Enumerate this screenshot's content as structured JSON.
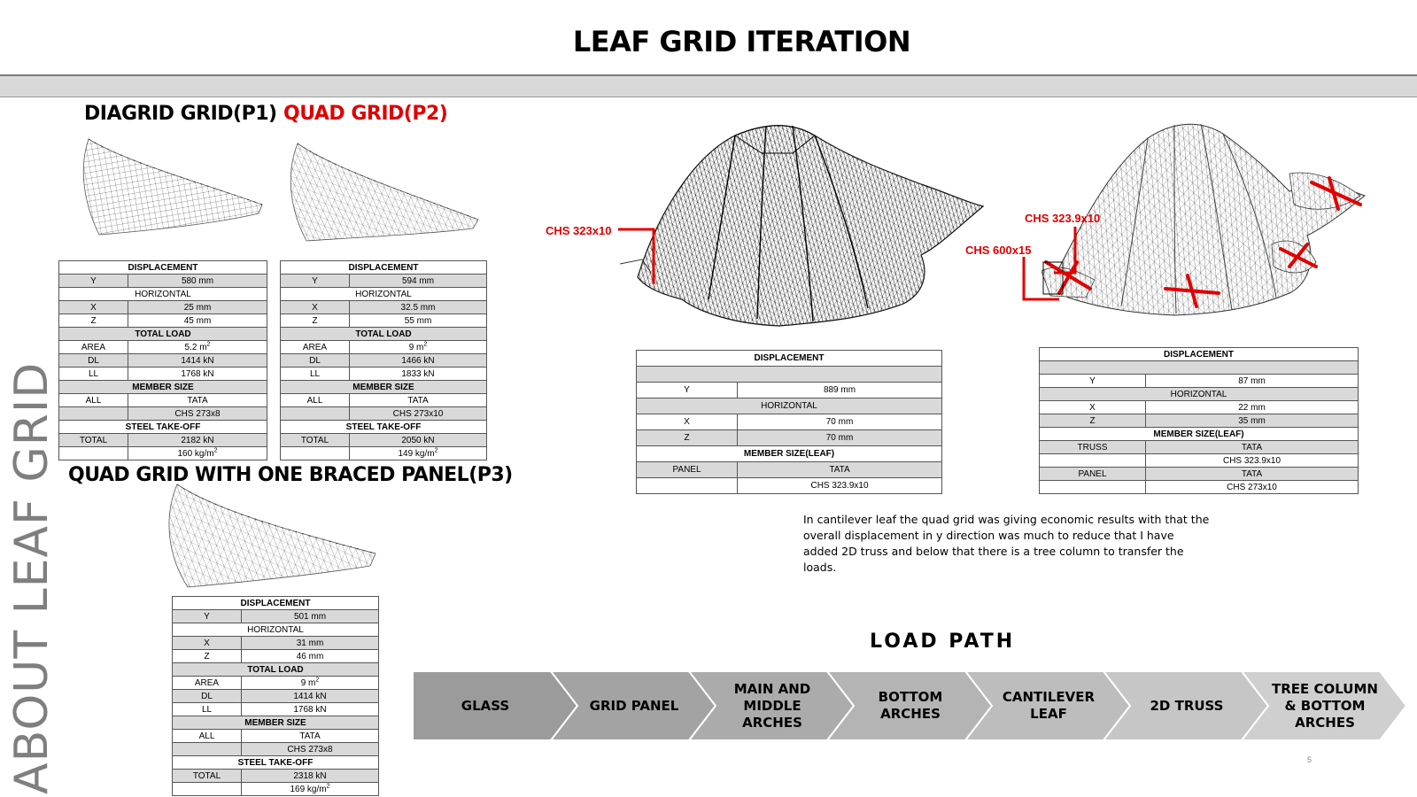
{
  "page": {
    "title": "LEAF GRID ITERATION",
    "side_label": "ABOUT LEAF GRID",
    "page_number": "5"
  },
  "sections": {
    "p1_title": "DIAGRID GRID(P1)",
    "p2_title": "QUAD GRID(P2)",
    "p3_title": "QUAD GRID WITH ONE BRACED PANEL(P3)"
  },
  "p1_table": {
    "displacement": "DISPLACEMENT",
    "y_label": "Y",
    "y_value": "580 mm",
    "horizontal": "HORIZONTAL",
    "x_label": "X",
    "x_value": "25 mm",
    "z_label": "Z",
    "z_value": "45 mm",
    "total_load": "TOTAL LOAD",
    "area_label": "AREA",
    "area_value": "5.2 m",
    "dl_label": "DL",
    "dl_value": "1414 kN",
    "ll_label": "LL",
    "ll_value": "1768 kN",
    "member_size": "MEMBER SIZE",
    "all_label": "ALL",
    "all_value": "TATA",
    "section_value": "CHS 273x8",
    "steel": "STEEL TAKE-OFF",
    "total_label": "TOTAL",
    "total_value": "2182 kN",
    "per_area": "160 kg/m"
  },
  "p2_table": {
    "displacement": "DISPLACEMENT",
    "y_label": "Y",
    "y_value": "594 mm",
    "horizontal": "HORIZONTAL",
    "x_label": "X",
    "x_value": "32.5 mm",
    "z_label": "Z",
    "z_value": "55 mm",
    "total_load": "TOTAL LOAD",
    "area_label": "AREA",
    "area_value": "9 m",
    "dl_label": "DL",
    "dl_value": "1466 kN",
    "ll_label": "LL",
    "ll_value": "1833 kN",
    "member_size": "MEMBER SIZE",
    "all_label": "ALL",
    "all_value": "TATA",
    "section_value": "CHS 273x10",
    "steel": "STEEL TAKE-OFF",
    "total_label": "TOTAL",
    "total_value": "2050 kN",
    "per_area": "149 kg/m"
  },
  "p3_table": {
    "displacement": "DISPLACEMENT",
    "y_label": "Y",
    "y_value": "501 mm",
    "horizontal": "HORIZONTAL",
    "x_label": "X",
    "x_value": "31 mm",
    "z_label": "Z",
    "z_value": "46 mm",
    "total_load": "TOTAL LOAD",
    "area_label": "AREA",
    "area_value": "9 m",
    "dl_label": "DL",
    "dl_value": "1414 kN",
    "ll_label": "LL",
    "ll_value": "1768 kN",
    "member_size": "MEMBER SIZE",
    "all_label": "ALL",
    "all_value": "TATA",
    "section_value": "CHS 273x8",
    "steel": "STEEL TAKE-OFF",
    "total_label": "TOTAL",
    "total_value": "2318 kN",
    "per_area": "169 kg/m"
  },
  "mid_table": {
    "displacement": "DISPLACEMENT",
    "y_label": "Y",
    "y_value": "889 mm",
    "horizontal": "HORIZONTAL",
    "x_label": "X",
    "x_value": "70 mm",
    "z_label": "Z",
    "z_value": "70 mm",
    "member_size": "MEMBER SIZE(LEAF)",
    "panel_label": "PANEL",
    "panel_value": "TATA",
    "section_value": "CHS 323.9x10"
  },
  "right_table": {
    "displacement": "DISPLACEMENT",
    "y_label": "Y",
    "y_value": "87 mm",
    "horizontal": "HORIZONTAL",
    "x_label": "X",
    "x_value": "22 mm",
    "z_label": "Z",
    "z_value": "35 mm",
    "member_size": "MEMBER SIZE(LEAF)",
    "truss_label": "TRUSS",
    "truss_value": "TATA",
    "truss_section": "CHS 323.9x10",
    "panel_label": "PANEL",
    "panel_value": "TATA",
    "panel_section": "CHS 273x10"
  },
  "callouts": {
    "left_model": "CHS 323x10",
    "right_model_a": "CHS 323.9x10",
    "right_model_b": "CHS 600x15"
  },
  "note": "In cantilever leaf the quad grid was giving economic results with that the overall displacement in y direction was much to reduce that I have added 2D truss and below that there is a tree column to transfer the loads.",
  "load_path": {
    "title": "LOAD PATH",
    "steps": [
      "GLASS",
      "GRID PANEL",
      "MAIN AND MIDDLE ARCHES",
      "BOTTOM ARCHES",
      "CANTILEVER LEAF",
      "2D TRUSS",
      "TREE COLUMN & BOTTOM ARCHES"
    ],
    "colors": [
      "#9b9b9b",
      "#a3a3a3",
      "#ababab",
      "#b4b4b4",
      "#bdbdbd",
      "#c6c6c6",
      "#cfcfcf"
    ]
  },
  "colors": {
    "accent_red": "#e00000",
    "text_gray": "#7f7f7f"
  }
}
